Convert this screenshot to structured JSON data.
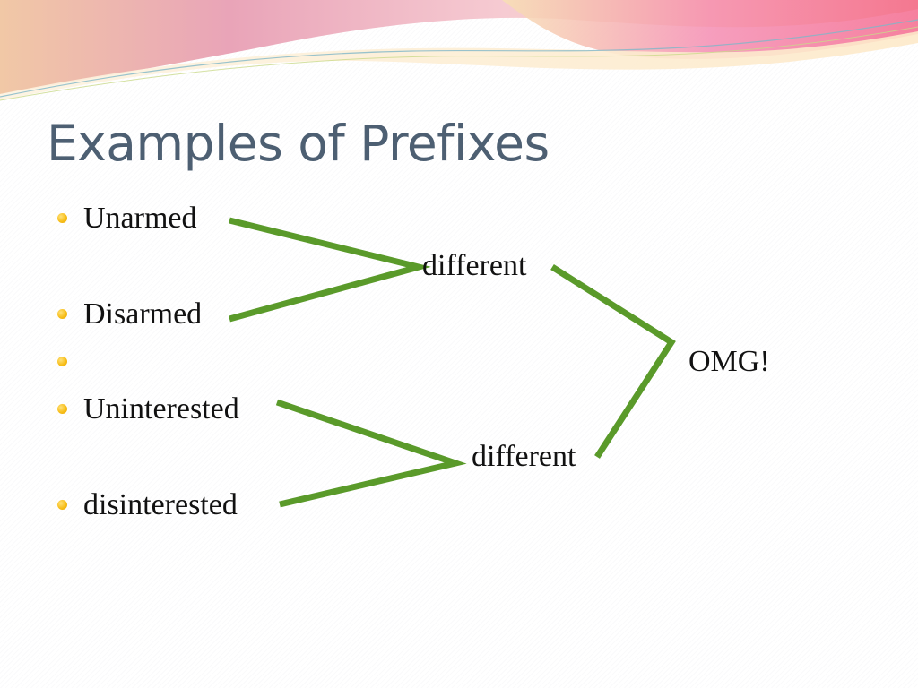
{
  "slide": {
    "title": "Examples of Prefixes",
    "bullets": [
      "Unarmed",
      "Disarmed",
      "",
      "Uninterested",
      "disinterested"
    ],
    "annotations": {
      "different_top": "different",
      "different_bottom": "different",
      "omg": "OMG!"
    }
  },
  "colors": {
    "title": "#4d5f72",
    "bullet": "#f7be19",
    "connector": "#5a9a2a",
    "text": "#111111"
  }
}
